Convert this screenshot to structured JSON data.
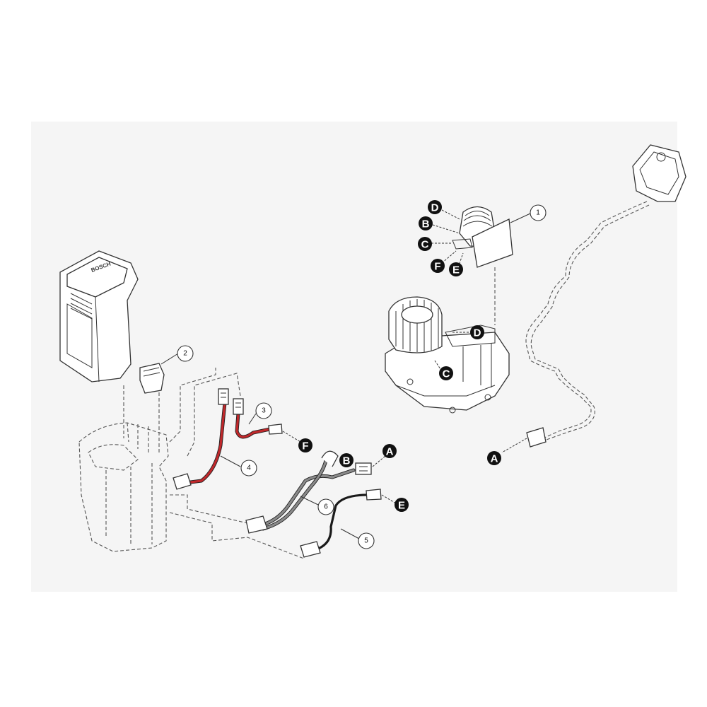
{
  "callouts": [
    {
      "id": "1",
      "label": "1"
    },
    {
      "id": "2",
      "label": "2"
    },
    {
      "id": "3",
      "label": "3"
    },
    {
      "id": "4",
      "label": "4"
    },
    {
      "id": "5",
      "label": "5"
    },
    {
      "id": "6",
      "label": "6"
    }
  ],
  "connectors": {
    "motor_d": "D",
    "motor_b": "B",
    "motor_c": "C",
    "motor_f": "F",
    "motor_e": "E",
    "pump_d": "D",
    "pump_c": "C",
    "wire_f": "F",
    "wire_b": "B",
    "wire_a": "A",
    "wire_e": "E",
    "cable_a": "A"
  },
  "battery_label": "BOSCH",
  "colors": {
    "red_wire": "#c0282b",
    "black_wire": "#1a1a1a",
    "gray_wire": "#8a8a8a",
    "connector": "#111111"
  }
}
